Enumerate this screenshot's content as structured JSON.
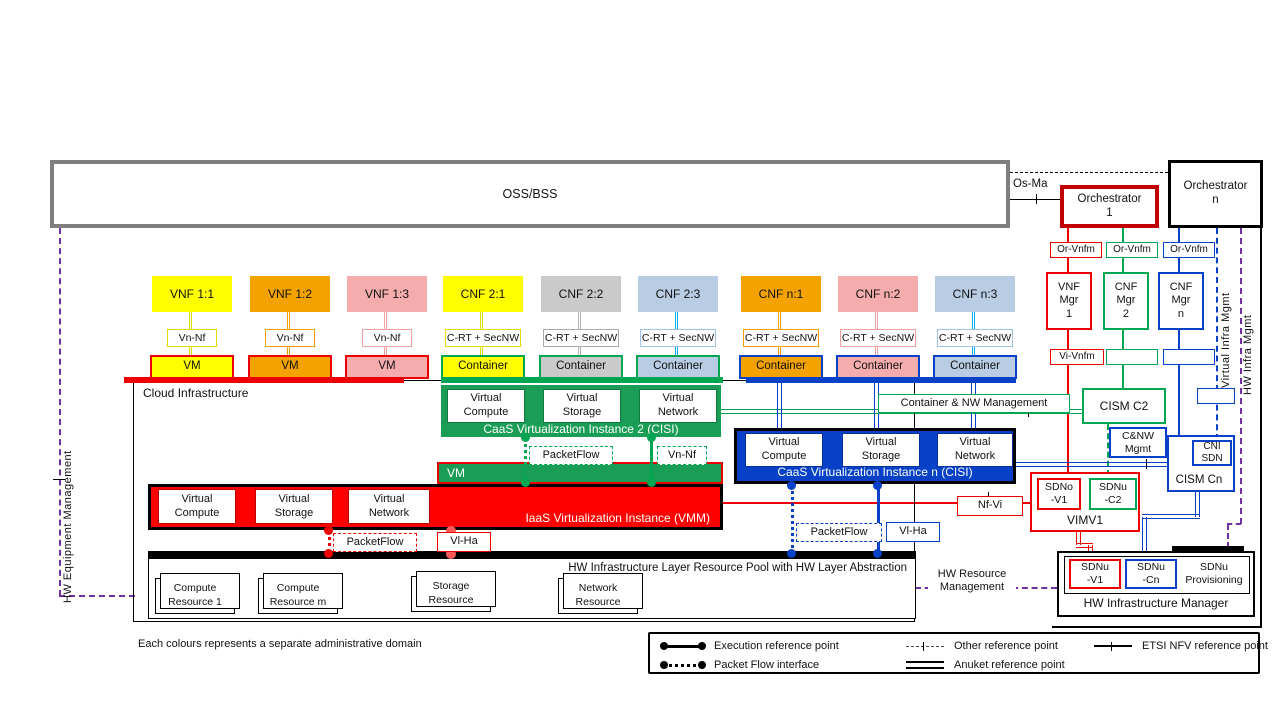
{
  "colors": {
    "red": "#EE0000",
    "green": "#00A651",
    "blue": "#0641C8",
    "cyan": "#00B0F0",
    "purple": "#7030A0",
    "gray_border": "#7F7F7F",
    "green_fill": "#1A9E55",
    "blue_fill": "#0641C8",
    "red_fill": "#FE0000",
    "yellow": "#FFFF00",
    "orange": "#F3A200",
    "pink": "#F5ACAC",
    "gray": "#CACACA",
    "lightblue": "#B8CCE4"
  },
  "top": {
    "oss": "OSS/BSS",
    "os_ma": "Os-Ma",
    "orch1": "Orchestrator\n1",
    "orchn": "Orchestrator\nn"
  },
  "columns": [
    {
      "nf": "VNF 1:1",
      "fill": "#FFFF00",
      "line": "#E3DD00",
      "iface": "Vn-Nf",
      "iface_border": "#E3DD00",
      "runtime": "VM",
      "runtime_border": "#EE0000"
    },
    {
      "nf": "VNF 1:2",
      "fill": "#F3A200",
      "line": "#F3A200",
      "iface": "Vn-Nf",
      "iface_border": "#F3A200",
      "runtime": "VM",
      "runtime_border": "#EE0000"
    },
    {
      "nf": "VNF 1:3",
      "fill": "#F5ACAC",
      "line": "#F0A0A0",
      "iface": "Vn-Nf",
      "iface_border": "#F0A0A0",
      "runtime": "VM",
      "runtime_border": "#EE0000"
    },
    {
      "nf": "CNF 2:1",
      "fill": "#FFFF00",
      "line": "#E3DD00",
      "iface": "C-RT + SecNW",
      "iface_border": "#E3DD00",
      "runtime": "Container",
      "runtime_border": "#00A651"
    },
    {
      "nf": "CNF 2:2",
      "fill": "#CACACA",
      "line": "#B5B5B5",
      "iface": "C-RT + SecNW",
      "iface_border": "#ABABAB",
      "runtime": "Container",
      "runtime_border": "#00A651"
    },
    {
      "nf": "CNF 2:3",
      "fill": "#B8CCE4",
      "line": "#00B0F0",
      "iface": "C-RT + SecNW",
      "iface_border": "#9DC3E6",
      "runtime": "Container",
      "runtime_border": "#00A651"
    },
    {
      "nf": "CNF n:1",
      "fill": "#F3A200",
      "line": "#F3A200",
      "iface": "C-RT + SecNW",
      "iface_border": "#F3A200",
      "runtime": "Container",
      "runtime_border": "#0641C8"
    },
    {
      "nf": "CNF n:2",
      "fill": "#F5ACAC",
      "line": "#F0A0A0",
      "iface": "C-RT + SecNW",
      "iface_border": "#F0A0A0",
      "runtime": "Container",
      "runtime_border": "#0641C8"
    },
    {
      "nf": "CNF n:3",
      "fill": "#B8CCE4",
      "line": "#00B0F0",
      "iface": "C-RT + SecNW",
      "iface_border": "#9DC3E6",
      "runtime": "Container",
      "runtime_border": "#0641C8"
    }
  ],
  "cloud": {
    "title": "Cloud  Infrastructure",
    "caas2": {
      "caption": "CaaS Virtualization Instance 2 (CISI)",
      "cells": [
        "Virtual\nCompute",
        "Virtual\nStorage",
        "Virtual\nNetwork"
      ]
    },
    "caasn": {
      "caption": "CaaS Virtualization Instance n (CISI)",
      "cells": [
        "Virtual\nCompute",
        "Virtual\nStorage",
        "Virtual\nNetwork"
      ]
    },
    "iaas": {
      "caption": "IaaS Virtualization Instance (VMM)",
      "vm": "VM",
      "cells": [
        "Virtual\nCompute",
        "Virtual\nStorage",
        "Virtual\nNetwork"
      ]
    },
    "labels": {
      "packetflow": "PacketFlow",
      "vnnf": "Vn-Nf",
      "vlha": "Vl-Ha"
    },
    "pool": {
      "caption": "HW Infrastructure Layer Resource Pool with HW Layer Abstraction",
      "resources": [
        "Compute\nResource 1",
        "Compute\nResource m",
        "Storage\nResource",
        "Network\nResource"
      ]
    }
  },
  "mgmt": {
    "or_vnfm": "Or-Vnfm",
    "vi_vnfm": "Vi-Vnfm",
    "managers": [
      "VNF\nMgr\n1",
      "CNF\nMgr\n2",
      "CNF\nMgr\nn"
    ],
    "cism_c2": "CISM C2",
    "cnw_mgmt": "C&NW\nMgmt",
    "cism_cn": "CISM Cn",
    "cni_sdn": "CNI\nSDN",
    "container_nw": "Container & NW  Management",
    "vim": "VIMV1",
    "sdno_v1": "SDNo\n-V1",
    "sdnu_c2": "SDNu\n-C2",
    "nf_vi": "Nf-Vi",
    "hw_mgr": "HW Infrastructure Manager",
    "sdnu_v1": "SDNu\n-V1",
    "sdnu_cn": "SDNu\n-Cn",
    "sdnu_prov": "SDNu\nProvisioning",
    "hw_resource": "HW Resource\nManagement",
    "virtual_infra": "Virtual Infra Mgmt",
    "hw_infra": "HW Infra Mgmt",
    "hw_equipment": "HW Equipment Management"
  },
  "legend": {
    "items": [
      {
        "name": "execution",
        "label": "Execution reference point",
        "style": "lg-exec"
      },
      {
        "name": "packet-flow",
        "label": "Packet Flow interface",
        "style": "lg-packet"
      },
      {
        "name": "other",
        "label": "Other reference point",
        "style": "lg-other"
      },
      {
        "name": "anuket",
        "label": "Anuket reference point",
        "style": "lg-anuket"
      },
      {
        "name": "etsi-nfv",
        "label": "ETSI NFV reference point",
        "style": "lg-etsi"
      }
    ],
    "note": "Each colours represents a separate administrative domain"
  }
}
